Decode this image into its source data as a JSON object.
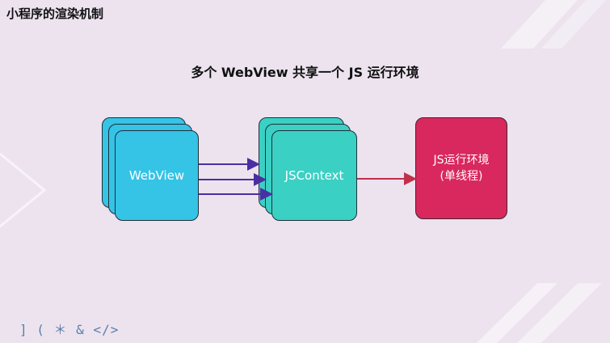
{
  "slide": {
    "title": "小程序的渲染机制",
    "heading": "多个 WebView 共享一个 JS 运行环境"
  },
  "diagram": {
    "webview_label": "WebView",
    "jscontext_label": "JSContext",
    "runtime_line1": "JS运行环境",
    "runtime_line2": "(单线程)"
  },
  "footer": {
    "icons_text": "] ( ＊ & </>"
  },
  "colors": {
    "webview": "#35c3e6",
    "jscontext": "#3bd0c4",
    "runtime": "#d9285e",
    "arrow_blue": "#4a2fa0",
    "arrow_red": "#c0304a",
    "background": "#ece3ef"
  }
}
